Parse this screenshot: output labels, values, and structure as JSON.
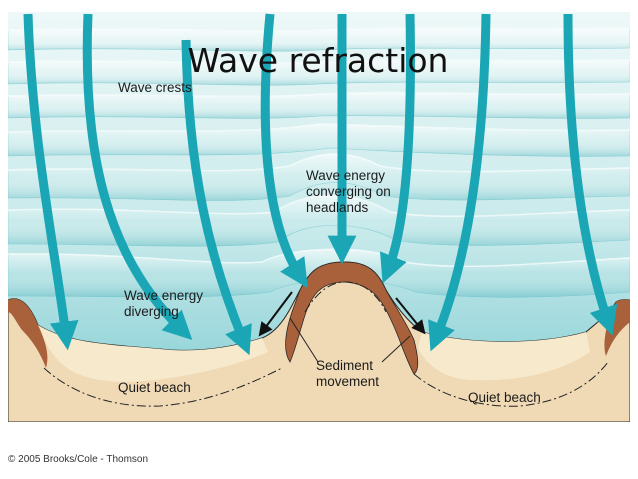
{
  "title": "Wave refraction",
  "labels": {
    "wave_crests": "Wave crests",
    "converging": [
      "Wave energy",
      "converging on",
      "headlands"
    ],
    "diverging": [
      "Wave energy",
      "diverging"
    ],
    "sediment": [
      "Sediment",
      "movement"
    ],
    "quiet_beach_left": "Quiet beach",
    "quiet_beach_right": "Quiet beach"
  },
  "copyright": "© 2005 Brooks/Cole - Thomson",
  "colors": {
    "water_light": "#e3f3f3",
    "water_mid": "#a9dcdf",
    "water_dark": "#4fb8c0",
    "arrow": "#1aa6b5",
    "land": "#f0d9b5",
    "beach": "#f7eacc",
    "cliff": "#a8613a"
  }
}
